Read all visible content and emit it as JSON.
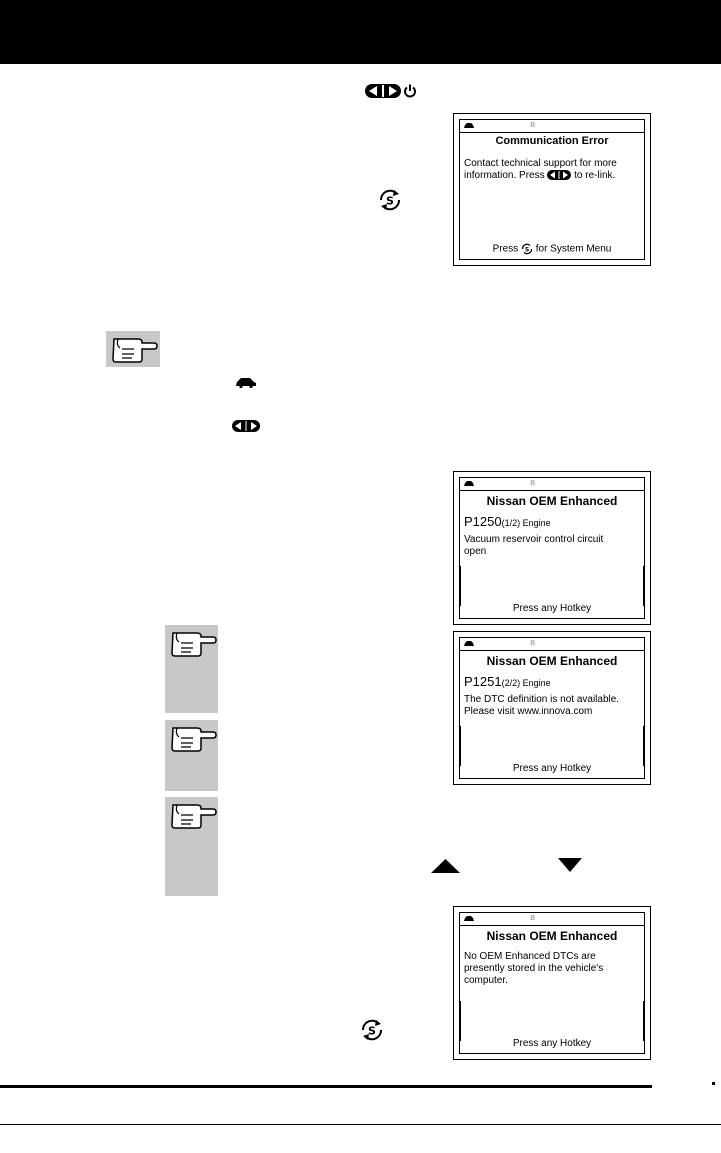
{
  "screens": {
    "comm_error": {
      "title": "Communication Error",
      "line1": "Contact technical support for more",
      "line2_a": "information. Press",
      "line2_b": "to re-link.",
      "footer_a": "Press",
      "footer_b": "for System Menu"
    },
    "p1250": {
      "title": "Nissan OEM Enhanced",
      "code": "P1250",
      "code_suffix": "(1/2) Engine",
      "desc1": "Vacuum reservoir control circuit",
      "desc2": "open",
      "footer": "Press any Hotkey"
    },
    "p1251": {
      "title": "Nissan OEM Enhanced",
      "code": "P1251",
      "code_suffix": "(2/2) Engine",
      "desc1": "The DTC definition is not available.",
      "desc2": "Please visit www.innova.com",
      "footer": "Press any Hotkey"
    },
    "no_dtcs": {
      "title": "Nissan OEM Enhanced",
      "line1": "No OEM Enhanced DTCs are",
      "line2": "presently stored in the vehicle's",
      "line3": "computer.",
      "footer": "Press any Hotkey"
    }
  },
  "icons": {
    "lr_button": "left-right-arrows-icon",
    "power": "power-icon",
    "system": "system-s-icon",
    "car": "car-icon",
    "note": "note-hand-icon",
    "up": "up-arrow-icon",
    "down": "down-arrow-icon"
  },
  "colors": {
    "header": "#000000",
    "note_bg": "#c8c8c8"
  }
}
